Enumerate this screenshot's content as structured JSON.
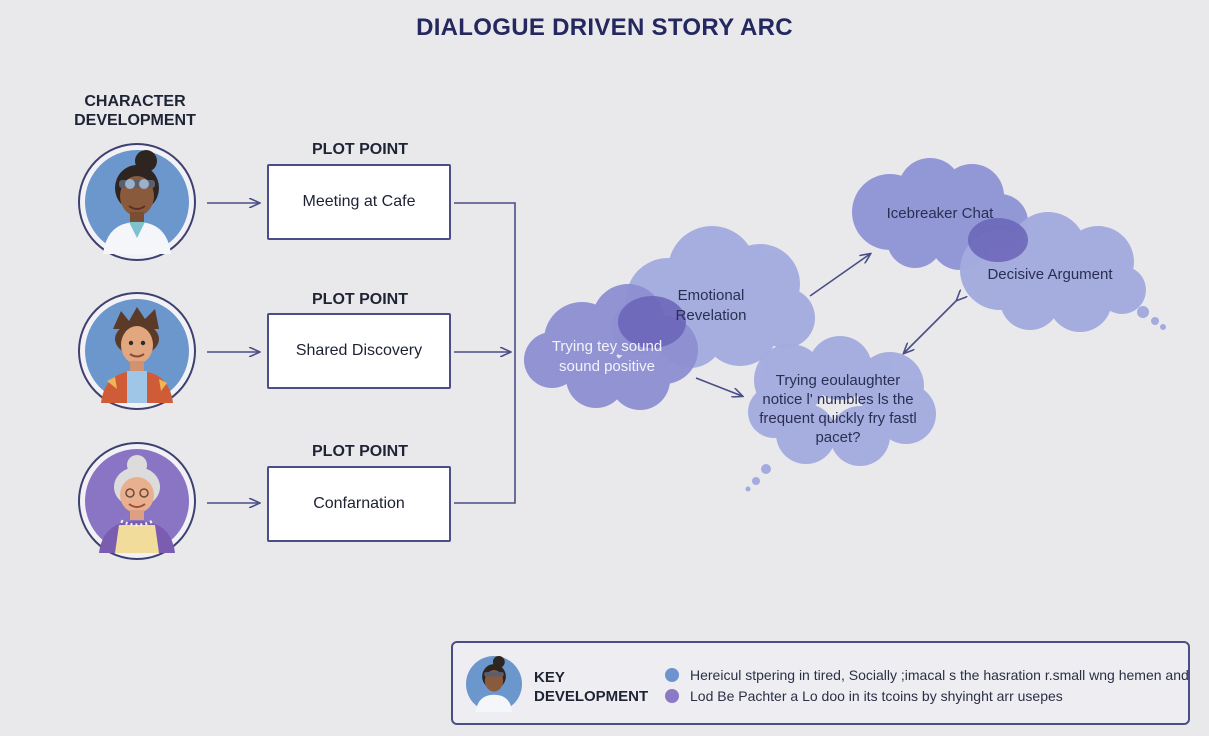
{
  "title": "DIALOGUE DRIVEN STORY ARC",
  "character_header": "CHARACTER DEVELOPMENT",
  "plot_points": [
    {
      "label": "PLOT POINT",
      "text": "Meeting at Cafe"
    },
    {
      "label": "PLOT POINT",
      "text": "Shared Discovery"
    },
    {
      "label": "PLOT POINT",
      "text": "Confarnation"
    }
  ],
  "clouds": {
    "trying": "Trying tey sound sound positive",
    "emotional": "Emotional Revelation",
    "icebreaker": "Icebreaker Chat",
    "decisive": "Decisive Argument",
    "laughter": "Trying eoulaughter notice l' numbles ls the frequent quickly fry fastl pacet?"
  },
  "legend": {
    "title": "KEY DEVELOPMENT",
    "items": [
      {
        "text": "Hereicul stpering in tired, Socially ;imacal s the hasration r.small wng hemen and",
        "color": "#6f93cf"
      },
      {
        "text": "Lod Be Pachter a Lo doo in its tcoins by shyinght arr usepes",
        "color": "#8b79c6"
      }
    ]
  },
  "colors": {
    "accent": "#25285e",
    "cloud_fill": "#9ea7dc",
    "cloud_dark": "#6c62b6",
    "line": "#4a4e86",
    "avatar_blue": "#6b97cc",
    "avatar_purple": "#8a74c4"
  }
}
